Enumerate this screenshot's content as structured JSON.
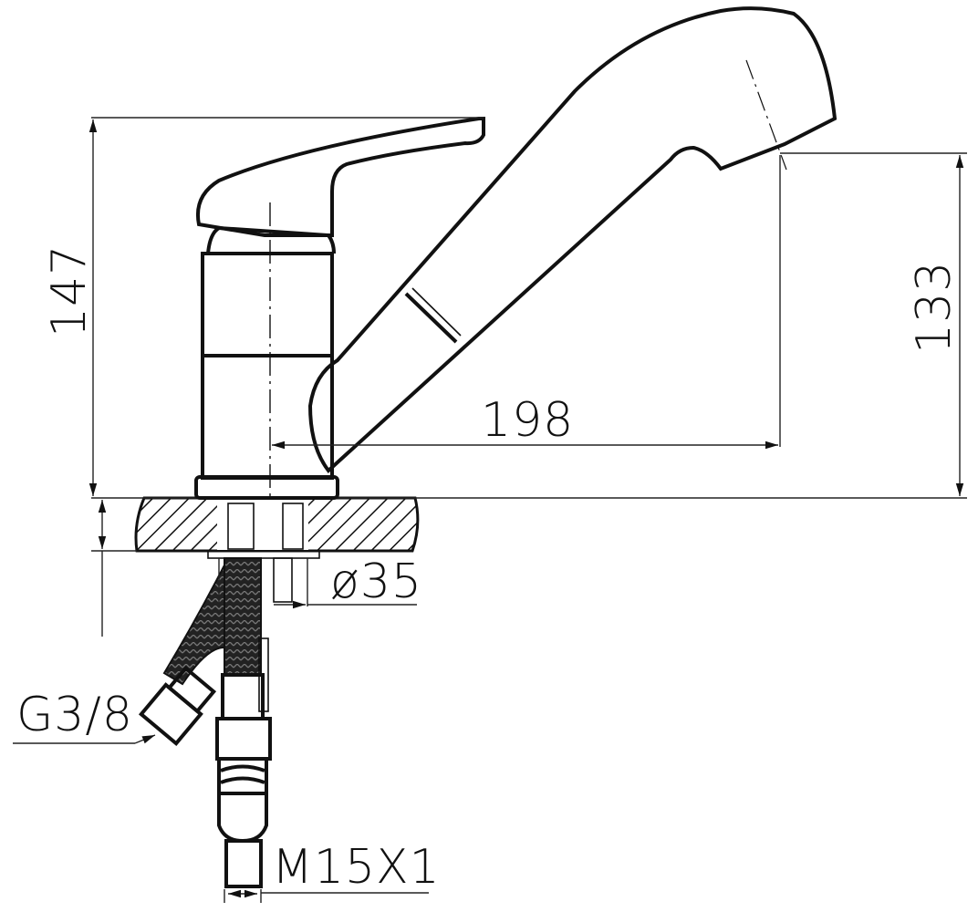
{
  "drawing": {
    "subject": "single-lever kitchen faucet with pull-out spray",
    "line_color": "#111111",
    "background": "#ffffff"
  },
  "dimensions": {
    "overall_height": "147",
    "spout_height": "133",
    "spout_reach": "198",
    "base_diameter": "ø35",
    "inlet_thread": "G3/8",
    "hose_thread": "M15X1"
  }
}
